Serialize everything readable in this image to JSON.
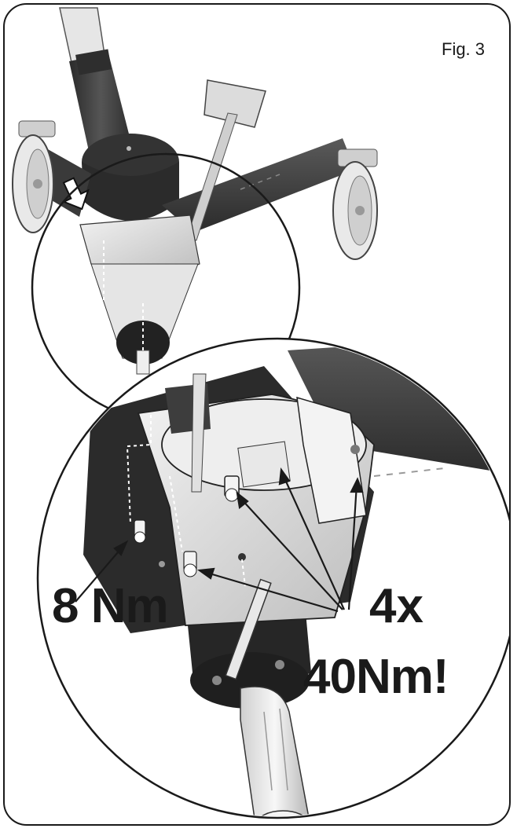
{
  "figure": {
    "label": "Fig. 3"
  },
  "callouts": {
    "small_screws_torque": "8 Nm",
    "large_screws_count": "4x",
    "large_screws_torque": "40Nm!"
  },
  "colors": {
    "frame": "#1a1a1a",
    "metal_dark": "#3c3c3c",
    "metal_mid": "#8a8a8a",
    "metal_light": "#d9d9d9",
    "background": "#ffffff"
  }
}
